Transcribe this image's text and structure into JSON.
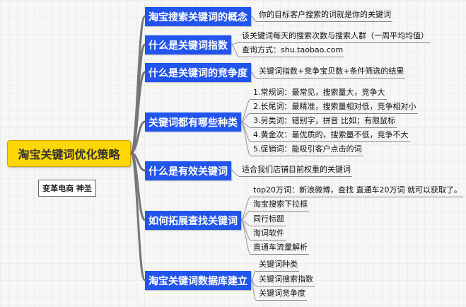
{
  "root": "淘宝关键词优化策略",
  "note": "变革电商  神圣",
  "branches": [
    {
      "label": "淘宝搜索关键词的概念",
      "leaves": [
        "你的目标客户搜索的词就是你的关键词"
      ]
    },
    {
      "label": "什么是关键词指数",
      "leaves": [
        "该关键词每天的搜索次数与搜索人群（一周平均均值）",
        "查询方式：shu.taobao.com"
      ]
    },
    {
      "label": "什么是关键词的竞争度",
      "leaves": [
        "关键词指数+竞争宝贝数+条件筛选的结果"
      ]
    },
    {
      "label": "关键词都有哪些种类",
      "leaves": [
        "1.常规词：最常见，搜索量大，竞争大",
        "2.长尾词：最精准，搜索量相对低，竞争相对小",
        "3.另类词：错别字，拼音  比如；有限鼠标",
        "4.黄金次：最优质的，搜索量不低，竞争不大",
        "5.促销词：能吸引客户点击的词"
      ]
    },
    {
      "label": "什么是有效关键词",
      "leaves": [
        "适合我们店铺目前权重的关键词"
      ]
    },
    {
      "label": "如何拓展查找关键词",
      "leaves": [
        "top20万词：新浪微博，查找 直通车20万词 就可以获取了。",
        "淘宝搜索下拉框",
        "同行标题",
        "淘词软件",
        "直通车流量解析"
      ]
    },
    {
      "label": "淘宝关键词数据库建立",
      "leaves": [
        "关键词种类",
        "关键词搜索指数",
        "关键词竞争度"
      ]
    }
  ]
}
